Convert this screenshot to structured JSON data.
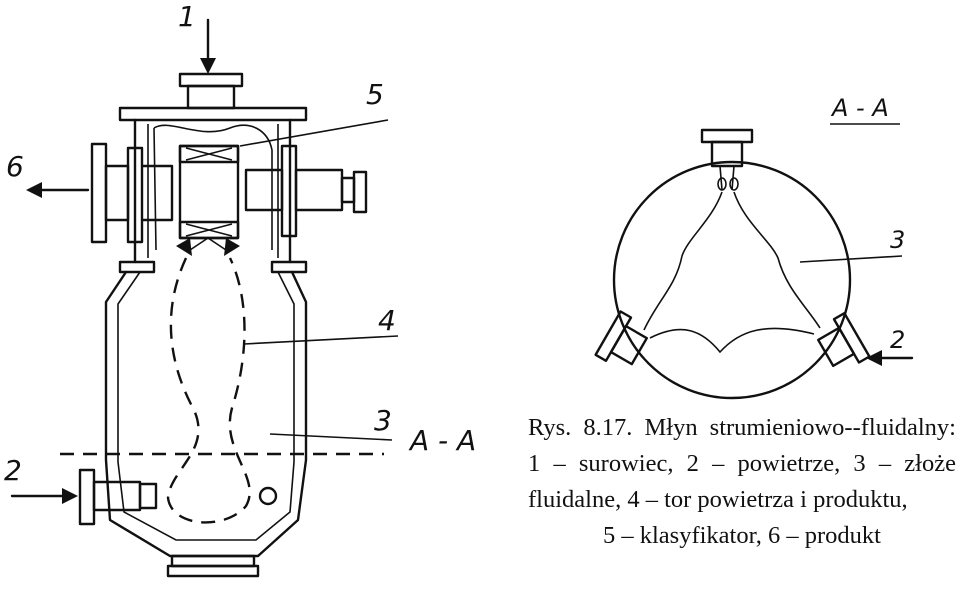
{
  "diagram": {
    "labels": {
      "raw_material": "1",
      "air_bottom": "2",
      "air_section": "2",
      "bed_main": "3",
      "bed_section": "3",
      "path": "4",
      "classifier": "5",
      "product": "6",
      "section_main": "A - A",
      "section_title": "A - A"
    }
  },
  "caption": {
    "text": "Rys. 8.17. Młyn strumieniowo--fluidalny: 1 – surowiec, 2 – powietrze, 3 – złoże fluidalne, 4 – tor powietrza i produktu,",
    "last_line": "5 – klasyfikator, 6 – produkt"
  }
}
